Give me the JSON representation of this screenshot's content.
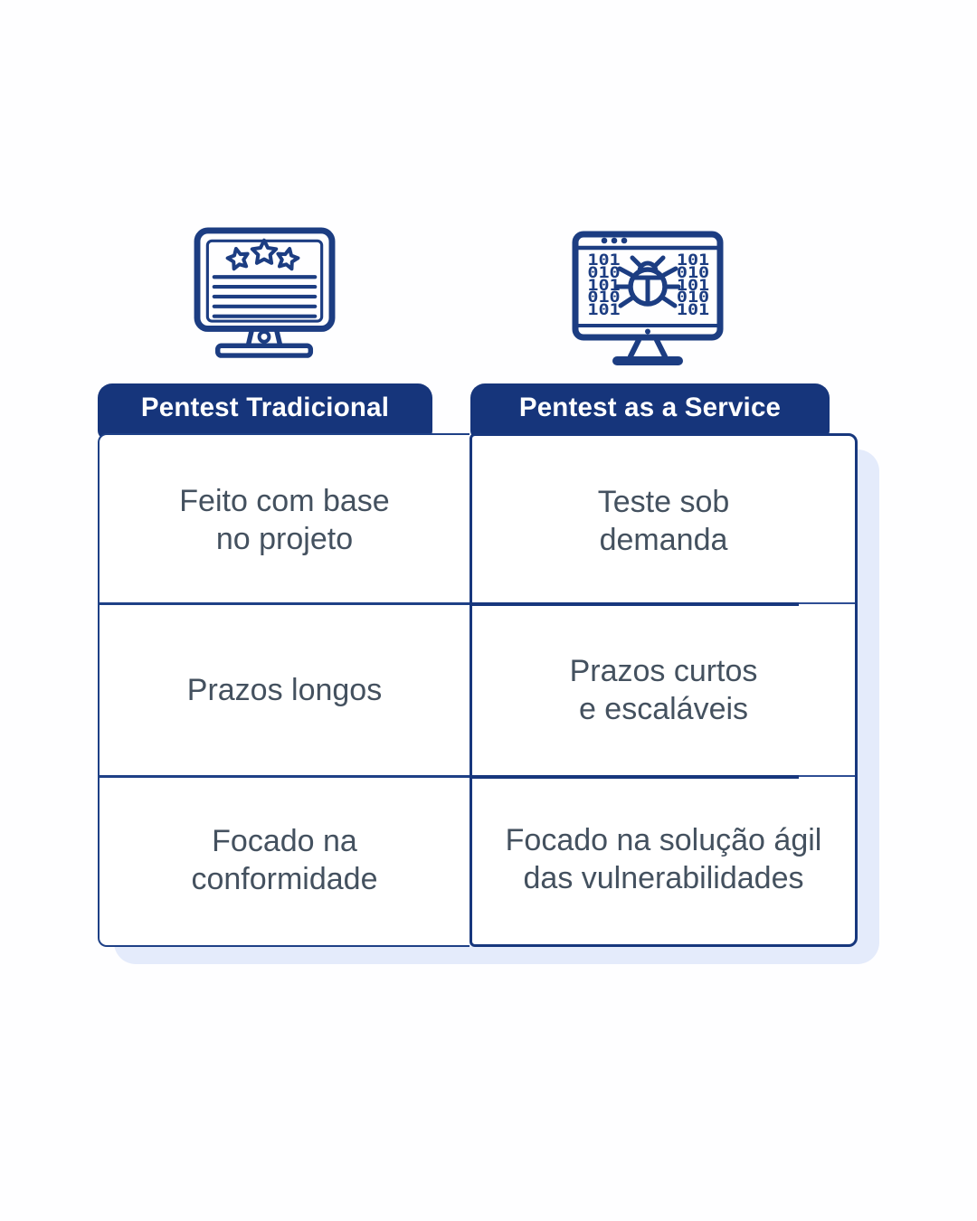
{
  "colors": {
    "navy_pill": "#16357b",
    "navy_icon": "#1c3d82",
    "navy_border": "#1e4086",
    "cell_text": "#44515f",
    "shadow": "#e4ebfb",
    "background": "#fefeff",
    "header_text": "#ffffff"
  },
  "comparison": {
    "left": {
      "header": "Pentest Tradicional",
      "icon": "monitor-review-stars-icon",
      "rows": [
        "Feito com base\nno projeto",
        "Prazos longos",
        "Focado na\nconformidade"
      ]
    },
    "right": {
      "header": "Pentest as a Service",
      "icon": "monitor-bug-binary-icon",
      "rows": [
        "Teste sob\ndemanda",
        "Prazos curtos\ne escaláveis",
        "Focado na solução ágil\ndas vulnerabilidades"
      ]
    }
  },
  "icons": {
    "binary_pattern": [
      "101",
      "010",
      "101",
      "010",
      "101"
    ]
  }
}
